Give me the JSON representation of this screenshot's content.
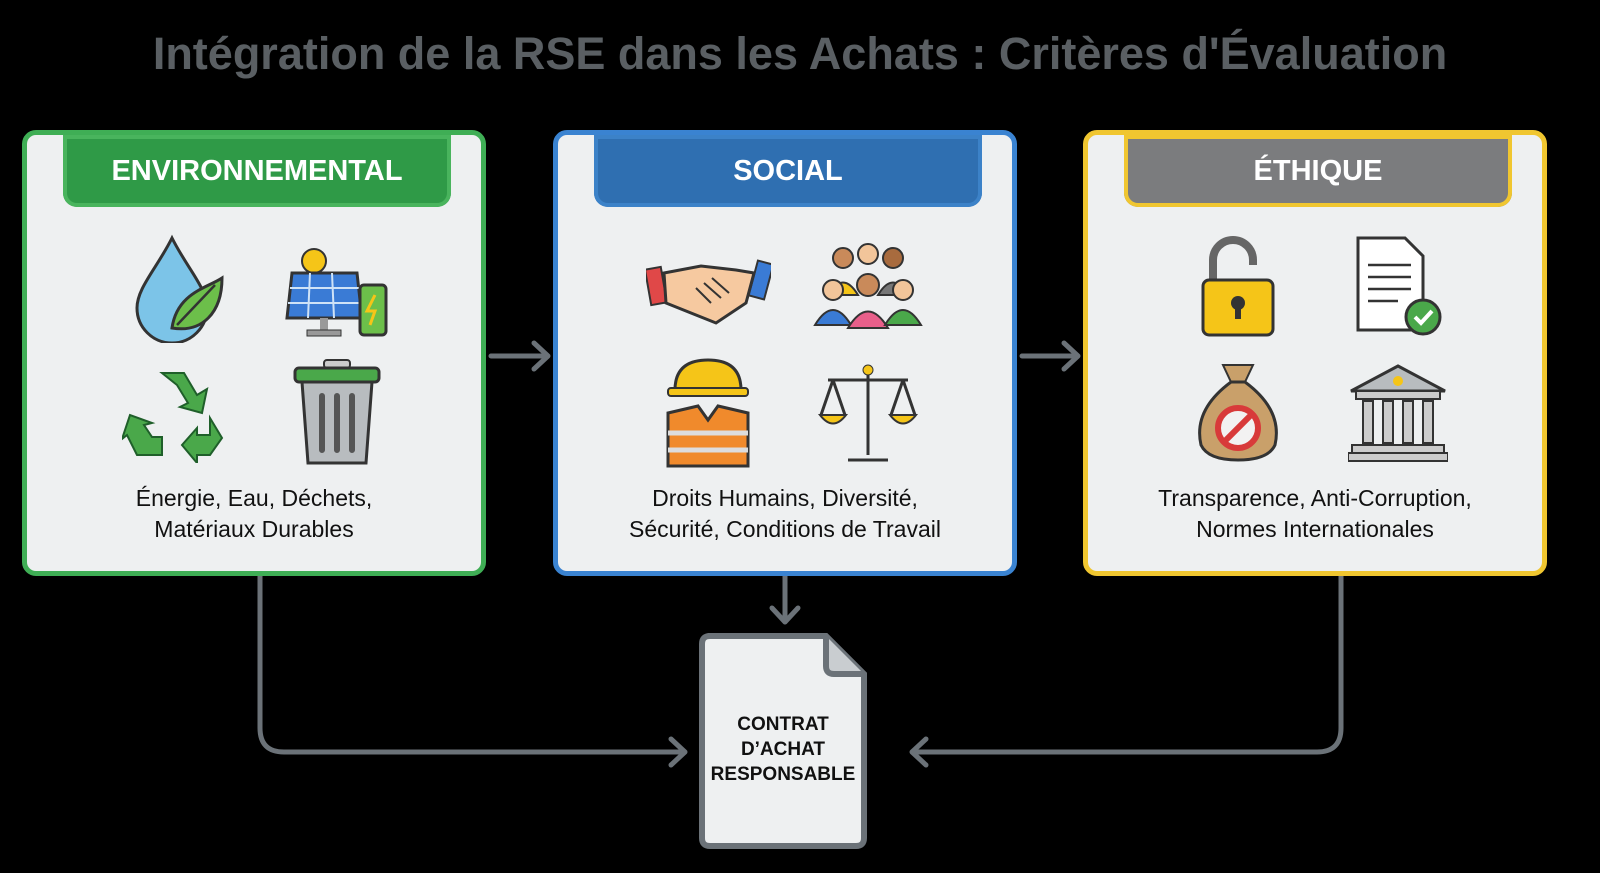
{
  "title": "Intégration de la RSE dans les Achats : Critères d'Évaluation",
  "panels": [
    {
      "header": "ENVIRONNEMENTAL",
      "color": "#3fae55",
      "line1": "Énergie, Eau, Déchets,",
      "line2": "Matériaux Durables",
      "icons": [
        "water-leaf-icon",
        "solar-panel-battery-icon",
        "recycle-icon",
        "trash-bin-icon"
      ]
    },
    {
      "header": "SOCIAL",
      "color": "#3a83d1",
      "line1": "Droits Humains, Diversité,",
      "line2": "Sécurité, Conditions de Travail",
      "icons": [
        "handshake-icon",
        "people-group-icon",
        "safety-worker-icon",
        "justice-scale-icon"
      ]
    },
    {
      "header": "ÉTHIQUE",
      "color": "#f0c630",
      "line1": "Transparence, Anti-Corruption,",
      "line2": "Normes Internationales",
      "icons": [
        "open-padlock-icon",
        "certified-document-icon",
        "no-bribe-moneybag-icon",
        "institution-icon"
      ]
    }
  ],
  "contract": {
    "line1": "CONTRAT",
    "line2": "D’ACHAT",
    "line3": "RESPONSABLE"
  }
}
